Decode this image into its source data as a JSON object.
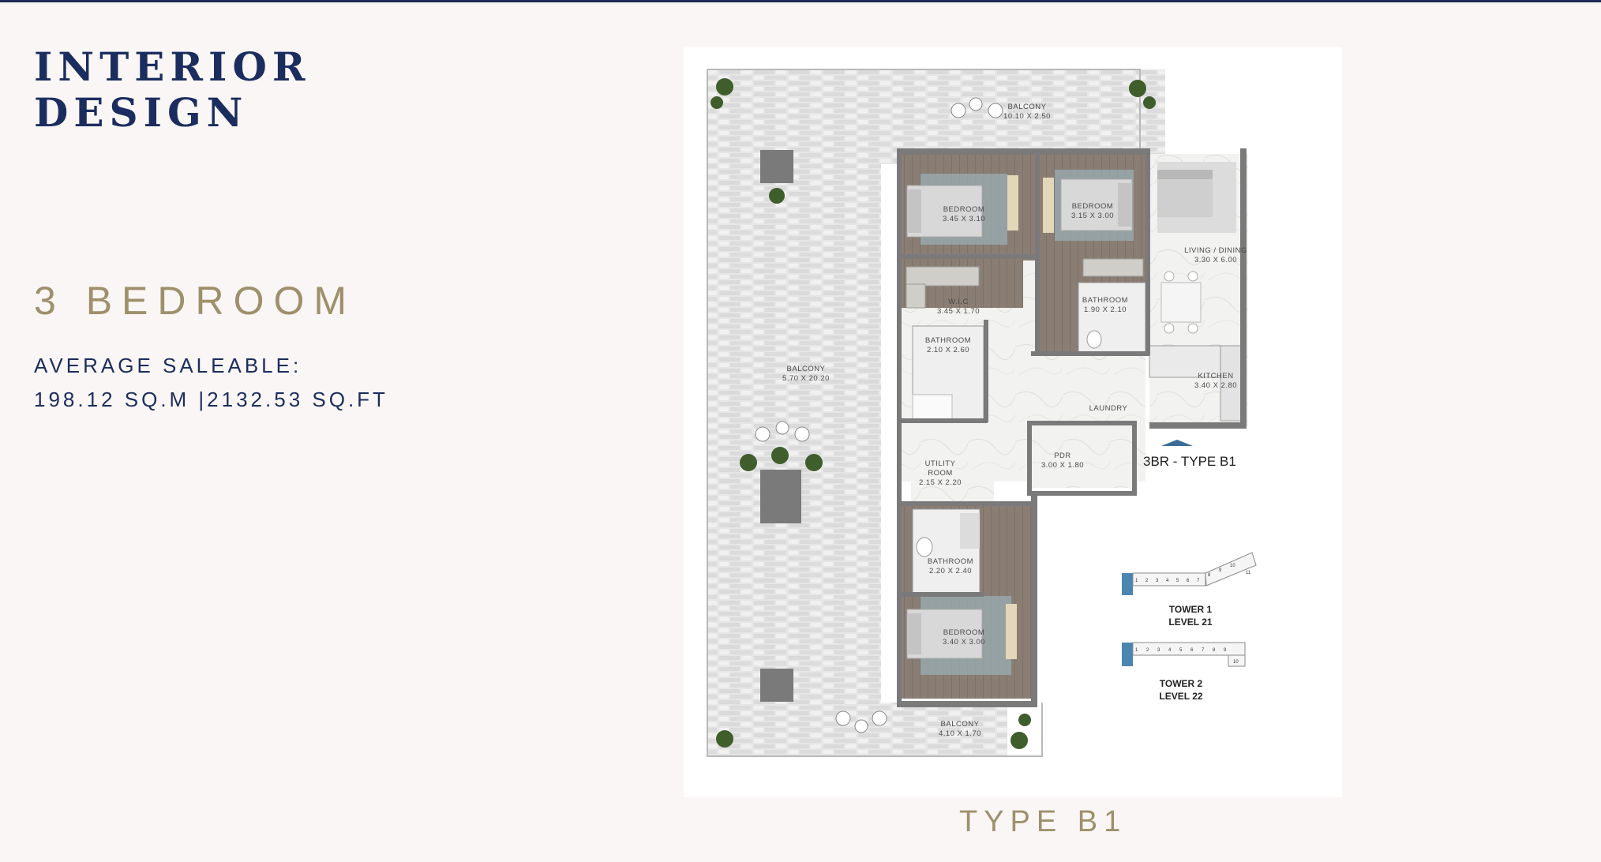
{
  "header": {
    "title_line1": "INTERIOR",
    "title_line2": "DESIGN"
  },
  "unit": {
    "name": "3 BEDROOM",
    "area_label": "AVERAGE SALEABLE:",
    "area_value": "198.12 SQ.M |2132.53 SQ.FT"
  },
  "plan": {
    "caption": "TYPE B1",
    "type_label": "3BR - TYPE B1",
    "rooms": {
      "balcony_top": {
        "name": "BALCONY",
        "dims": "10.10 X 2.50"
      },
      "balcony_left": {
        "name": "BALCONY",
        "dims": "5.70 X 20.20"
      },
      "balcony_bottom": {
        "name": "BALCONY",
        "dims": "4.10 X 1.70"
      },
      "bedroom_1": {
        "name": "BEDROOM",
        "dims": "3.45 X 3.10"
      },
      "bedroom_2": {
        "name": "BEDROOM",
        "dims": "3.15 X 3.00"
      },
      "bedroom_3": {
        "name": "BEDROOM",
        "dims": "3.40 X 3.00"
      },
      "living": {
        "name": "LIVING / DINING",
        "dims": "3.30 X 6.00"
      },
      "wic": {
        "name": "W.I.C",
        "dims": "3.45 X 1.70"
      },
      "bathroom_1": {
        "name": "BATHROOM",
        "dims": "2.10 X 2.60"
      },
      "bathroom_2": {
        "name": "BATHROOM",
        "dims": "1.90 X 2.10"
      },
      "bathroom_3": {
        "name": "BATHROOM",
        "dims": "2.20 X 2.40"
      },
      "kitchen": {
        "name": "KITCHEN",
        "dims": "3.40 X 2.80"
      },
      "laundry": {
        "name": "LAUNDRY"
      },
      "utility": {
        "name_line1": "UTILITY",
        "name_line2": "ROOM",
        "dims": "2.15 X 2.20"
      },
      "pdr": {
        "name": "PDR",
        "dims": "3.00 X 1.80"
      }
    },
    "key_plans": {
      "tower1": {
        "name": "TOWER 1",
        "level": "LEVEL 21",
        "units": [
          "1",
          "2",
          "3",
          "4",
          "5",
          "6",
          "7",
          "8",
          "9",
          "10",
          "11"
        ]
      },
      "tower2": {
        "name": "TOWER 2",
        "level": "LEVEL 22",
        "units": [
          "1",
          "2",
          "3",
          "4",
          "5",
          "6",
          "7",
          "8",
          "9",
          "10"
        ]
      }
    }
  },
  "colors": {
    "navy": "#1b2d5e",
    "gold": "#9e906b",
    "wall": "#7a7a7a",
    "floor_wood": "#8a7e74",
    "key_highlight": "#4a86b0"
  }
}
